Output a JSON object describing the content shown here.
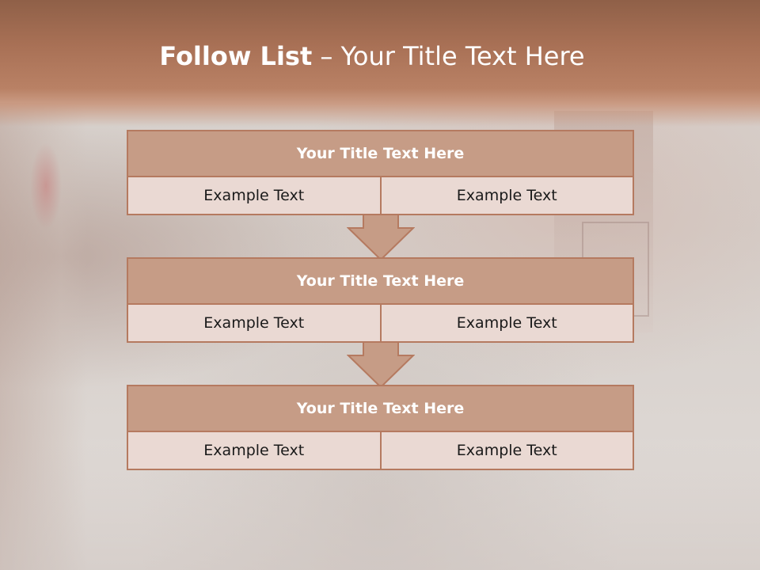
{
  "title": {
    "bold": "Follow List",
    "rest": " – Your Title Text Here"
  },
  "boxes": [
    {
      "header": "Your Title Text Here",
      "left": "Example Text",
      "right": "Example Text"
    },
    {
      "header": "Your Title Text Here",
      "left": "Example Text",
      "right": "Example Text"
    },
    {
      "header": "Your Title Text Here",
      "left": "Example Text",
      "right": "Example Text"
    }
  ],
  "colors": {
    "header_band": "#a87055",
    "box_header": "#c69c86",
    "box_cell": "#ead9d3",
    "border": "#b57a60"
  }
}
